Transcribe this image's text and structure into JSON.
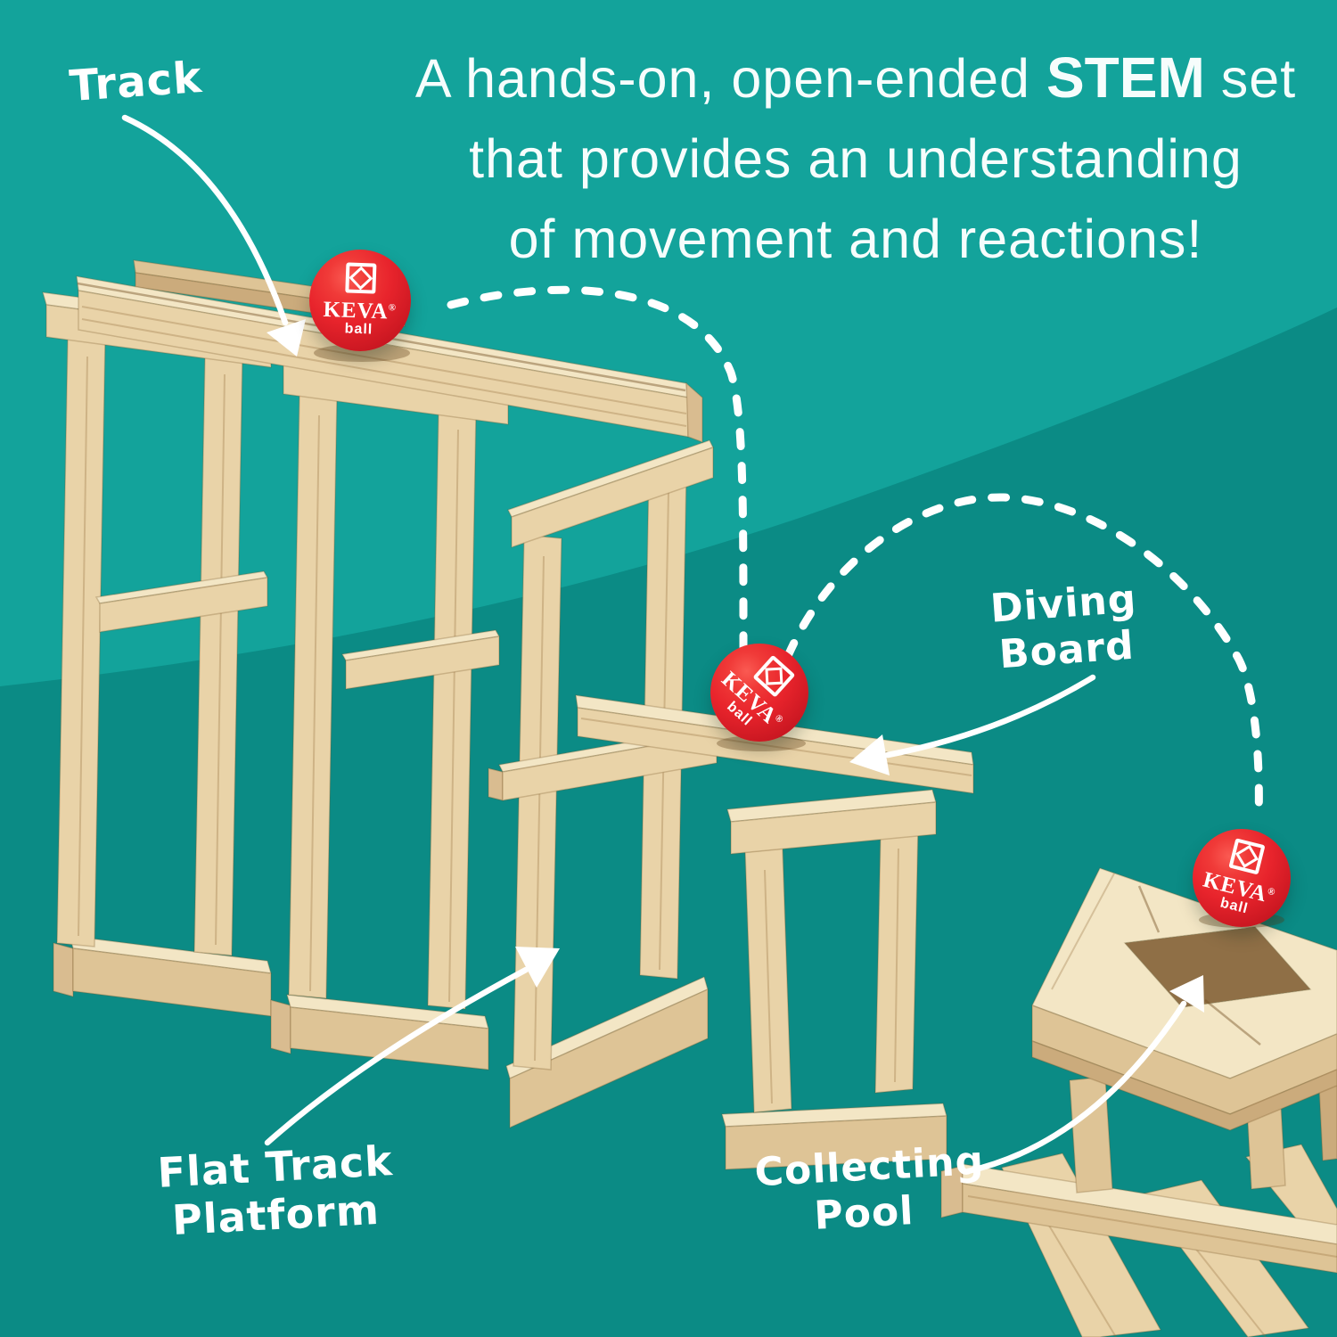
{
  "colors": {
    "background_light": "#13A39B",
    "background_dark": "#0B8B85",
    "wood_light": "#F3E6C5",
    "wood_main": "#E9D3A8",
    "wood_shade": "#CBAB7C",
    "ball_red": "#E8242C",
    "text_white": "#FFFFFF"
  },
  "headline": {
    "line1_pre": "A hands-on, open-ended ",
    "line1_bold": "STEM",
    "line1_post": " set",
    "line2": "that provides an understanding",
    "line3": "of movement and reactions!"
  },
  "labels": {
    "track": "Track",
    "diving_board": [
      "Diving",
      "Board"
    ],
    "flat_track_platform": [
      "Flat Track",
      "Platform"
    ],
    "collecting_pool": [
      "Collecting",
      "Pool"
    ]
  },
  "ball": {
    "brand": "KEVA",
    "reg": "®",
    "sub": "ball"
  }
}
